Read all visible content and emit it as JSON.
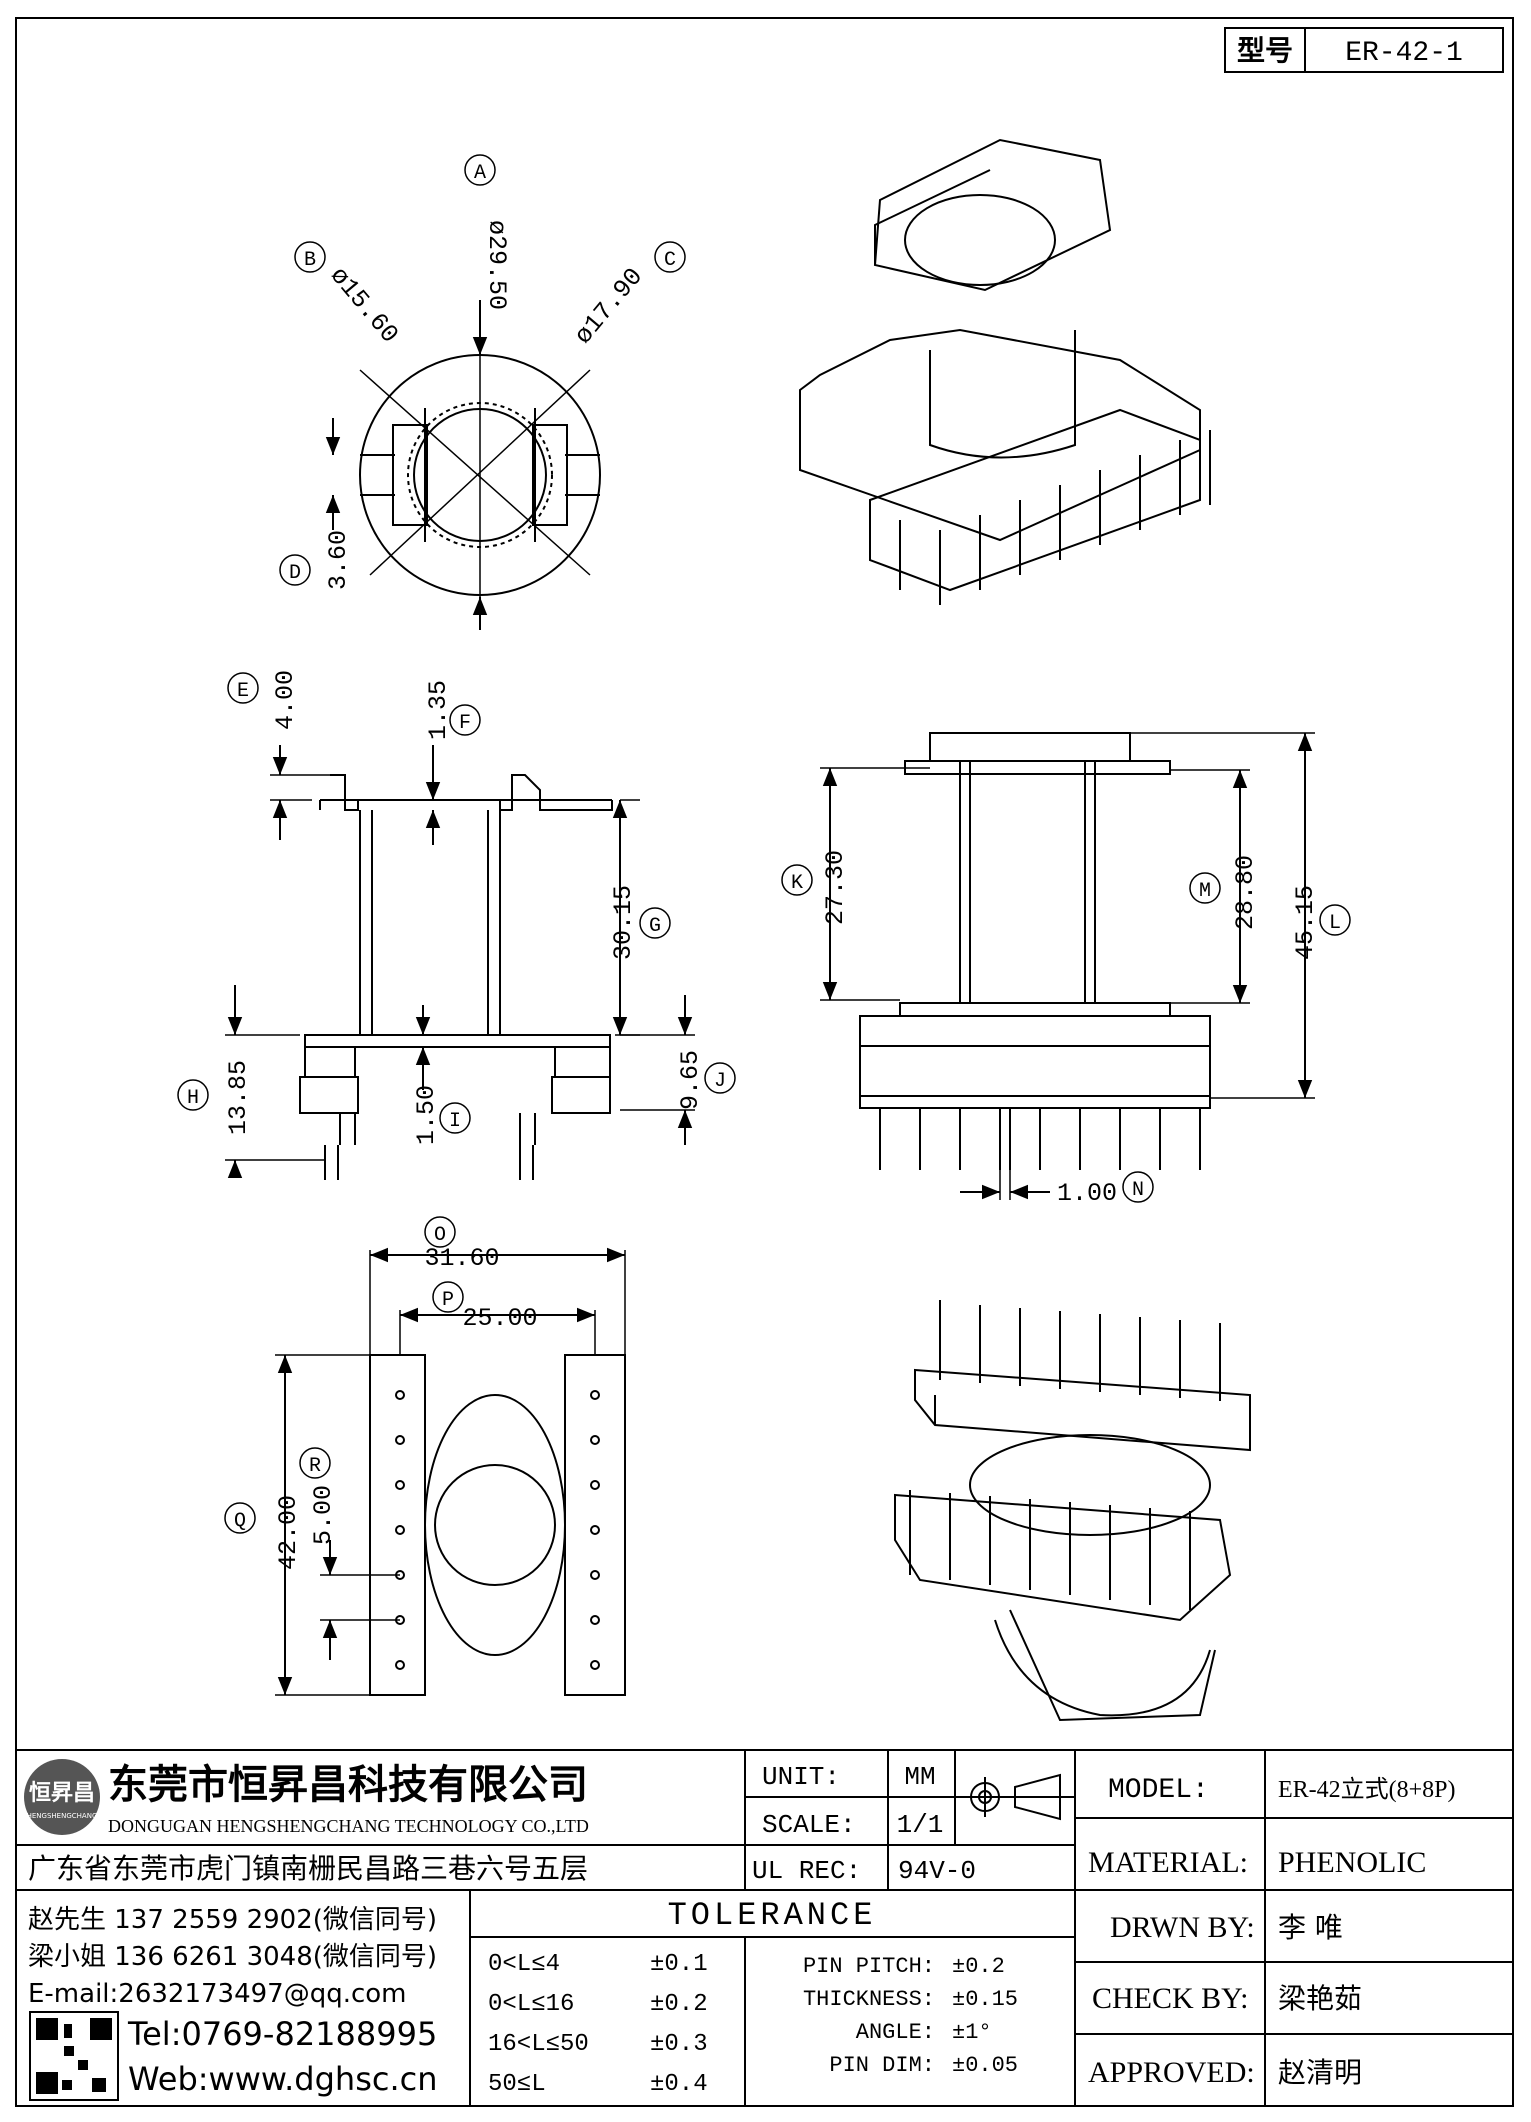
{
  "title_block": {
    "model_code_label": "型号",
    "model_code": "ER-42-1",
    "company_cn": "东莞市恒昇昌科技有限公司",
    "company_en": "DONGUGAN HENGSHENGCHANG TECHNOLOGY CO.,LTD",
    "address": "广东省东莞市虎门镇南栅民昌路三巷六号五层",
    "logo_text": "恒昇昌",
    "logo_sub": "HENGSHENGCHANG",
    "unit_label": "UNIT:",
    "unit_value": "MM",
    "scale_label": "SCALE:",
    "scale_value": "1/1",
    "ulrec_label": "UL REC:",
    "ulrec_value": "94V-0",
    "model_label": "MODEL:",
    "model_value": "ER-42立式(8+8P)",
    "material_label": "MATERIAL:",
    "material_value": "PHENOLIC",
    "drawn_label": "DRWN BY:",
    "drawn_value": "李  唯",
    "check_label": "CHECK BY:",
    "check_value": "梁艳茹",
    "approved_label": "APPROVED:",
    "approved_value": "赵清明",
    "contact1": "赵先生 137 2559 2902(微信同号)",
    "contact2": "梁小姐 136 6261 3048(微信同号)",
    "email": "E-mail:2632173497@qq.com",
    "tel": "Tel:0769-82188995",
    "web": "Web:www.dghsc.cn",
    "tolerance_title": "TOLERANCE",
    "tol_rows": [
      {
        "range": "0<L≤4",
        "tol": "±0.1"
      },
      {
        "range": "0<L≤16",
        "tol": "±0.2"
      },
      {
        "range": "16<L≤50",
        "tol": "±0.3"
      },
      {
        "range": "50≤L",
        "tol": "±0.4"
      }
    ],
    "pin_rows": [
      {
        "label": "PIN PITCH:",
        "tol": "±0.2"
      },
      {
        "label": "THICKNESS:",
        "tol": "±0.15"
      },
      {
        "label": "ANGLE:",
        "tol": "±1°"
      },
      {
        "label": "PIN DIM:",
        "tol": "±0.05"
      }
    ]
  },
  "dimensions": {
    "A": {
      "letter": "A",
      "value": "ø29.50"
    },
    "B": {
      "letter": "B",
      "value": "ø15.60"
    },
    "C": {
      "letter": "C",
      "value": "ø17.90"
    },
    "D": {
      "letter": "D",
      "value": "3.60"
    },
    "E": {
      "letter": "E",
      "value": "4.00"
    },
    "F": {
      "letter": "F",
      "value": "1.35"
    },
    "G": {
      "letter": "G",
      "value": "30.15"
    },
    "H": {
      "letter": "H",
      "value": "13.85"
    },
    "I": {
      "letter": "I",
      "value": "1.50"
    },
    "J": {
      "letter": "J",
      "value": "9.65"
    },
    "K": {
      "letter": "K",
      "value": "27.30"
    },
    "L": {
      "letter": "L",
      "value": "45.15"
    },
    "M": {
      "letter": "M",
      "value": "28.80"
    },
    "N": {
      "letter": "N",
      "value": "1.00"
    },
    "O": {
      "letter": "O",
      "value": "31.60"
    },
    "P": {
      "letter": "P",
      "value": "25.00"
    },
    "Q": {
      "letter": "Q",
      "value": "42.00"
    },
    "R": {
      "letter": "R",
      "value": "5.00"
    }
  }
}
